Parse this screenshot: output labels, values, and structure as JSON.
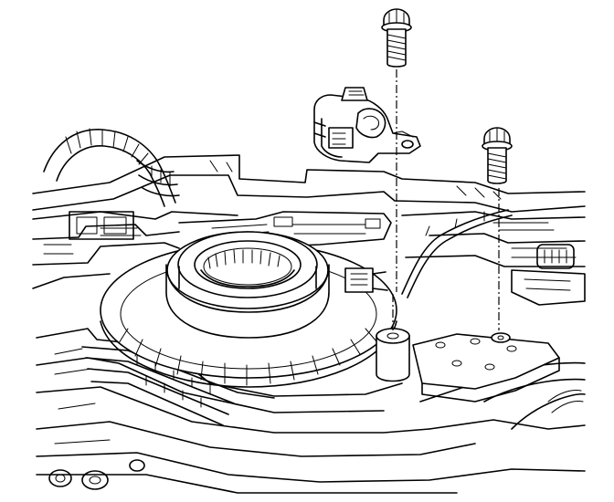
{
  "diagram": {
    "parts": [
      {
        "id": "bolt-left",
        "name": "bolt"
      },
      {
        "id": "bolt-right",
        "name": "bolt"
      },
      {
        "id": "sensor",
        "name": "sensor-with-mounting-bracket"
      },
      {
        "id": "housing",
        "name": "transmission-housing"
      },
      {
        "id": "ring-gear",
        "name": "ring-gear-assembly"
      }
    ],
    "colors": {
      "line": "#000000",
      "background": "#ffffff"
    },
    "labels": []
  }
}
